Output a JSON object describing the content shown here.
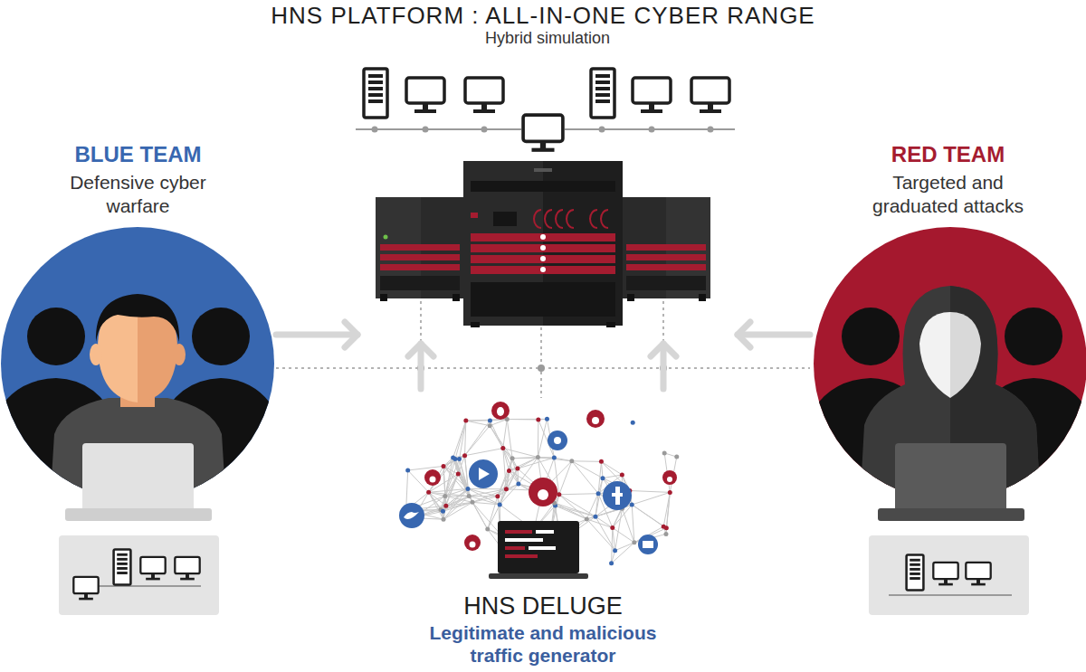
{
  "diagram": {
    "title": "HNS PLATFORM : ALL-IN-ONE CYBER RANGE",
    "nodes": [
      {
        "text": [
          "BLUE TEAM",
          "Defensive cyber warfare"
        ]
      },
      {
        "text": [
          "Hybrid simulation"
        ]
      },
      {
        "text": [
          "RED TEAM",
          "Targeted and graduated attacks"
        ]
      },
      {
        "text": [
          "HNS DELUGE",
          "Legitimate and malicious traffic generator"
        ]
      }
    ],
    "edges": [
      {
        "from": 0,
        "to": 1,
        "arrow": "to"
      },
      {
        "from": 2,
        "to": 1,
        "arrow": "to"
      },
      {
        "from": 3,
        "to": 1,
        "arrow": "to"
      },
      {
        "from": 3,
        "to": 1,
        "arrow": "to"
      }
    ]
  }
}
